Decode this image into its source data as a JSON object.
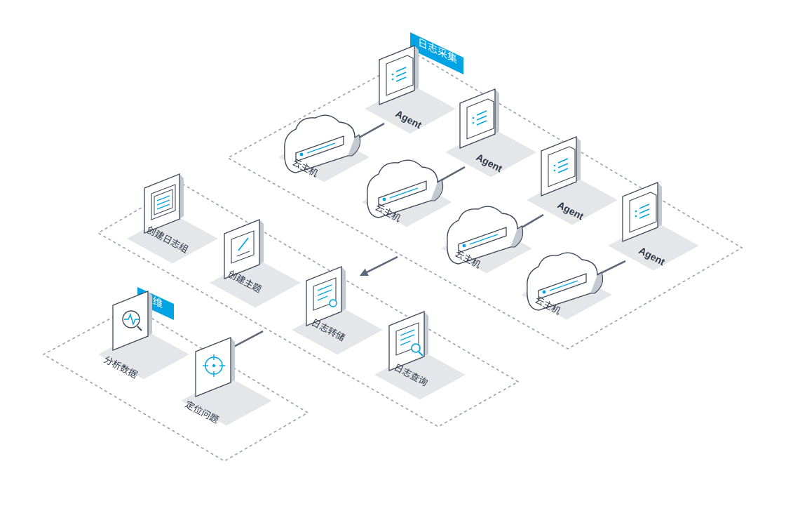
{
  "groups": {
    "collect": {
      "title": "日志采集"
    },
    "log_service": {
      "title": ""
    },
    "ops": {
      "title": "运维"
    }
  },
  "collect_nodes": [
    {
      "label": "Agent",
      "icon": "document-list-icon"
    },
    {
      "label": "云主机",
      "icon": "cloud-server-icon"
    },
    {
      "label": "Agent",
      "icon": "document-list-icon"
    },
    {
      "label": "云主机",
      "icon": "cloud-server-icon"
    },
    {
      "label": "Agent",
      "icon": "document-list-icon"
    },
    {
      "label": "云主机",
      "icon": "cloud-server-icon"
    },
    {
      "label": "Agent",
      "icon": "document-list-icon"
    },
    {
      "label": "云主机",
      "icon": "cloud-server-icon"
    }
  ],
  "log_nodes": [
    {
      "label": "创建日志组",
      "icon": "stacked-docs-icon"
    },
    {
      "label": "创建主题",
      "icon": "edit-pen-icon"
    },
    {
      "label": "日志转储",
      "icon": "doc-transfer-icon"
    },
    {
      "label": "日志查询",
      "icon": "doc-search-icon"
    }
  ],
  "ops_nodes": [
    {
      "label": "分析数据",
      "icon": "pulse-magnifier-icon"
    },
    {
      "label": "定位问题",
      "icon": "target-crosshair-icon"
    }
  ],
  "colors": {
    "accent": "#00a4e4",
    "tile": "#e4e6ea",
    "box_face": "#ffffff",
    "box_side": "#c3c9d1",
    "dashed": "#9aa1ab",
    "arrow": "#5d6878",
    "text": "#2b3544"
  }
}
